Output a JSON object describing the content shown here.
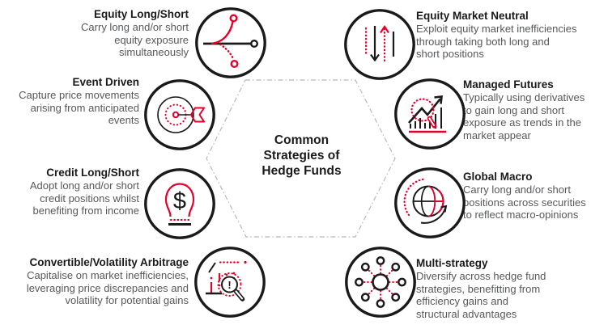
{
  "diagram": {
    "center_title": "Common\nStrategies of\nHedge Funds"
  },
  "strategies": [
    {
      "title": "Equity Long/Short",
      "description": "Carry long and/or short\nequity exposure\nsimultaneously",
      "icon": "long-short-curves-icon",
      "side": "left"
    },
    {
      "title": "Event Driven",
      "description": "Capture price movements\narising from anticipated\nevents",
      "icon": "target-dart-icon",
      "side": "left"
    },
    {
      "title": "Credit Long/Short",
      "description": "Adopt long and/or short\ncredit positions whilst\nbenefiting from income",
      "icon": "dollar-bulb-icon",
      "side": "left"
    },
    {
      "title": "Convertible/Volatility Arbitrage",
      "description": "Capitalise on market inefficiencies,\nleveraging price discrepancies and\nvolatility for potential gains",
      "icon": "chart-magnifier-alert-icon",
      "side": "left"
    },
    {
      "title": "Equity Market Neutral",
      "description": "Exploit equity market inefficiencies\nthrough taking both long and\nshort positions",
      "icon": "up-down-arrows-icon",
      "side": "right"
    },
    {
      "title": "Managed Futures",
      "description": "Typically using derivatives\nto gain long and short\nexposure as trends in the\nmarket appear",
      "icon": "trend-chart-magnifier-icon",
      "side": "right"
    },
    {
      "title": "Global Macro",
      "description": "Carry long and/or short\npositions across securities\nto reflect macro-opinions",
      "icon": "globe-arrow-icon",
      "side": "right"
    },
    {
      "title": "Multi-strategy",
      "description": "Diversify across hedge fund\nstrategies, benefitting from\nefficiency gains and\nstructural advantages",
      "icon": "hub-spokes-icon",
      "side": "right"
    }
  ],
  "colors": {
    "accent_red": "#e4002b",
    "ink": "#1a1a1a",
    "muted_text": "#57585b",
    "hexagon_stroke": "#b8b8b8"
  }
}
